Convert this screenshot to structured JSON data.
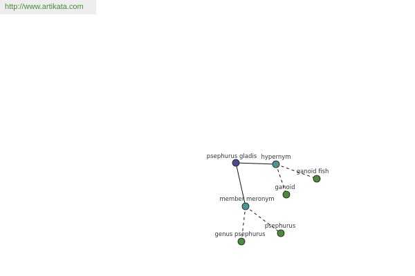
{
  "source_url": "http://www.artikata.com",
  "graph": {
    "nodes": [
      {
        "id": "psephurus-gladis",
        "label": "psephurus gladis",
        "kind": "root",
        "color": "#4a4a8c"
      },
      {
        "id": "hypernym",
        "label": "hypernym",
        "kind": "relation",
        "color": "#4a9590"
      },
      {
        "id": "ganoid-fish",
        "label": "ganoid fish",
        "kind": "term",
        "color": "#4c8a3c"
      },
      {
        "id": "ganoid",
        "label": "ganoid",
        "kind": "term",
        "color": "#4c8a3c"
      },
      {
        "id": "member-meronym",
        "label": "member meronym",
        "kind": "relation",
        "color": "#4a9590"
      },
      {
        "id": "psephurus",
        "label": "psephurus",
        "kind": "term",
        "color": "#4c8a3c"
      },
      {
        "id": "genus-psephurus",
        "label": "genus psephurus",
        "kind": "term",
        "color": "#4c8a3c"
      }
    ],
    "edges": [
      {
        "from": "psephurus-gladis",
        "to": "hypernym",
        "style": "solid"
      },
      {
        "from": "psephurus-gladis",
        "to": "member-meronym",
        "style": "solid"
      },
      {
        "from": "hypernym",
        "to": "ganoid-fish",
        "style": "dashed"
      },
      {
        "from": "hypernym",
        "to": "ganoid",
        "style": "dashed"
      },
      {
        "from": "member-meronym",
        "to": "psephurus",
        "style": "dashed"
      },
      {
        "from": "member-meronym",
        "to": "genus-psephurus",
        "style": "dashed"
      }
    ]
  }
}
